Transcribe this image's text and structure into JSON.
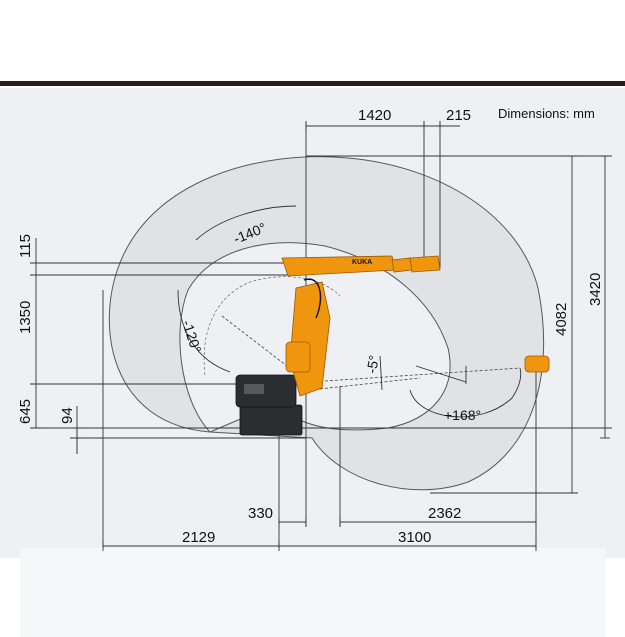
{
  "units_note": "Dimensions: mm",
  "brand": "KUKA",
  "dimensions": {
    "top_1420": "1420",
    "top_215": "215",
    "right_3420": "3420",
    "right_4082": "4082",
    "left_115": "115",
    "left_1350": "1350",
    "left_645": "645",
    "left_94": "94",
    "bottom_330": "330",
    "bottom_2362": "2362",
    "bottom_2129": "2129",
    "bottom_3100": "3100"
  },
  "angles": {
    "a1": "-140°",
    "a2": "-120°",
    "a3": "-5°",
    "a4": "+168°"
  },
  "colors": {
    "robot_orange": "#f0960e",
    "envelope_gray": "#e1e2e6",
    "base_dark": "#2c2d30",
    "header_bar": "#2a1c17"
  }
}
